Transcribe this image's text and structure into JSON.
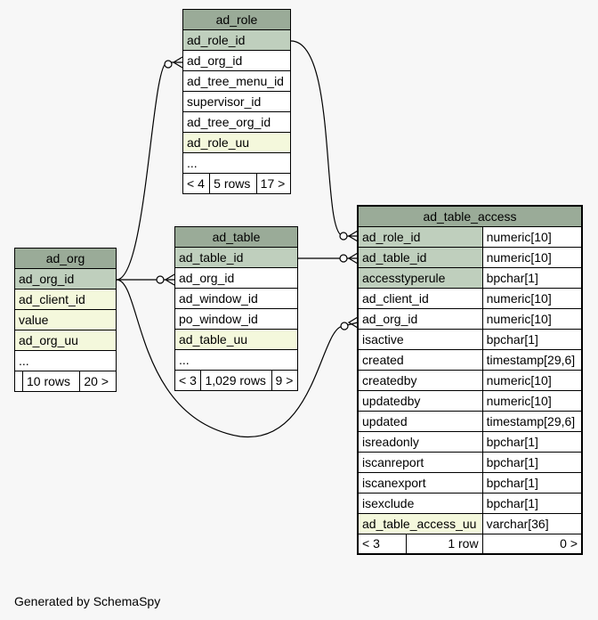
{
  "tables": {
    "ad_role": {
      "name": "ad_role",
      "columns": [
        "ad_role_id",
        "ad_org_id",
        "ad_tree_menu_id",
        "supervisor_id",
        "ad_tree_org_id",
        "ad_role_uu",
        "..."
      ],
      "footer": [
        "< 4",
        "5 rows",
        "17 >"
      ]
    },
    "ad_table": {
      "name": "ad_table",
      "columns": [
        "ad_table_id",
        "ad_org_id",
        "ad_window_id",
        "po_window_id",
        "ad_table_uu",
        "..."
      ],
      "footer": [
        "< 3",
        "1,029 rows",
        "9 >"
      ]
    },
    "ad_org": {
      "name": "ad_org",
      "columns": [
        "ad_org_id",
        "ad_client_id",
        "value",
        "ad_org_uu",
        "..."
      ],
      "footer": [
        "",
        "10 rows",
        "20 >"
      ]
    },
    "ad_table_access": {
      "name": "ad_table_access",
      "columns": [
        {
          "name": "ad_role_id",
          "type": "numeric[10]"
        },
        {
          "name": "ad_table_id",
          "type": "numeric[10]"
        },
        {
          "name": "accesstyperule",
          "type": "bpchar[1]"
        },
        {
          "name": "ad_client_id",
          "type": "numeric[10]"
        },
        {
          "name": "ad_org_id",
          "type": "numeric[10]"
        },
        {
          "name": "isactive",
          "type": "bpchar[1]"
        },
        {
          "name": "created",
          "type": "timestamp[29,6]"
        },
        {
          "name": "createdby",
          "type": "numeric[10]"
        },
        {
          "name": "updatedby",
          "type": "numeric[10]"
        },
        {
          "name": "updated",
          "type": "timestamp[29,6]"
        },
        {
          "name": "isreadonly",
          "type": "bpchar[1]"
        },
        {
          "name": "iscanreport",
          "type": "bpchar[1]"
        },
        {
          "name": "iscanexport",
          "type": "bpchar[1]"
        },
        {
          "name": "isexclude",
          "type": "bpchar[1]"
        },
        {
          "name": "ad_table_access_uu",
          "type": "varchar[36]"
        }
      ],
      "footer": [
        "< 3",
        "1 row",
        "0 >"
      ]
    }
  },
  "footer_text": "Generated by SchemaSpy",
  "colors": {
    "header": "#9aab98",
    "primary_key": "#bfcfbd",
    "indexed": "#f4f8dc",
    "background": "#f7f7f7"
  }
}
